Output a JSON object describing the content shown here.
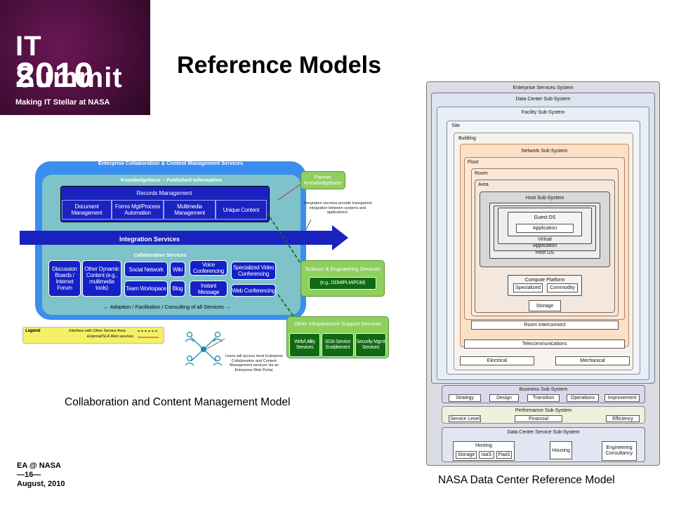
{
  "logo": {
    "line1": "IT Summit",
    "line2": "2010",
    "line3": "Making IT Stellar at NASA"
  },
  "title": "Reference Models",
  "left_caption": "Collaboration and Content Management Model",
  "right_caption": "NASA Data Center Reference Model",
  "footer": {
    "line1": "EA @ NASA",
    "line2": "—16—",
    "line3": "August, 2010"
  },
  "collab": {
    "outer_title": "Enterprise Collaboration & Content Management Services",
    "kb_title": "Knowledgebase – Published Information",
    "records_title": "Records Management",
    "records_items": [
      "Document Management",
      "Forms Mgt/Process Automation",
      "Multimedia Management",
      "Unique Content"
    ],
    "integration": "Integration Services",
    "collab_title": "Collaborative Services",
    "services": {
      "discussion": "Discussion Boards / Internet Forum",
      "dynamic": "Other Dynamic Content (e.g., multimedia tools)",
      "social": "Social Network",
      "wiki": "Wiki",
      "voice": "Voice Conferencing",
      "video": "Specialized Video Conferencing",
      "team": "Team Workspace",
      "blog": "Blog",
      "im": "Instant Message",
      "web": "Web Conferencing"
    },
    "adoption": "← Adoption / Facilitation / Consulting of all Services →",
    "partner": "Partner Knowledgebase",
    "integration_note": "Integration services provide transparent integration between systems and applications.",
    "science_title": "Science & Engineering Services",
    "science_item": "(e.g., DDM/PLM/PDM)",
    "infra_title": "Other Infrastructure Support Services",
    "infra_items": [
      "Web/Utility Services",
      "SOA Service Enablement",
      "Security Mgmt Services"
    ],
    "legend_title": "Legend",
    "legend_1": "Interface with Other Service Area",
    "legend_2": "External/SLA Web services",
    "users_note": "Users will access most Enterprise Collaboration and Content Management services via an Enterprise Web Portal."
  },
  "dcrm": {
    "enterprise": "Enterprise Services System",
    "datacenter": "Data Center Sub-System",
    "facility": "Facility Sub-System",
    "site": "Site",
    "building": "Building",
    "network": "Network Sub-System",
    "floor": "Floor",
    "room": "Room",
    "area": "Area",
    "host": "Host Sub-System",
    "guest_os": "Guest OS",
    "application_inner": "Application",
    "virtual": "Virtual",
    "application": "Application",
    "host_os": "Host OS",
    "compute": "Compute Platform",
    "specialized": "Specialized",
    "commodity": "Commodity",
    "storage": "Storage",
    "room_interconnect": "Room Interconnect",
    "telecom": "Telecommunications",
    "electrical": "Electrical",
    "mechanical": "Mechanical",
    "business": "Business Sub-System",
    "business_items": [
      "Strategy",
      "Design",
      "Transition",
      "Operations",
      "Improvement"
    ],
    "performance": "Performance Sub-System",
    "performance_items": [
      "Service Level",
      "Financial",
      "Efficiency"
    ],
    "dcservice": "Data Center Service Sub-System",
    "hosting": "Hosting",
    "hosting_items": [
      "Storage",
      "IaaS",
      "PaaS"
    ],
    "housing": "Housing",
    "engineering": "Engineering Consultancy"
  },
  "colors": {
    "logo_bg": "#4a0f3c",
    "collab_blue": "#1420c8",
    "collab_frame": "#3a8ef0",
    "kb_teal": "#7dc3c9",
    "green": "#8fcf5e"
  }
}
